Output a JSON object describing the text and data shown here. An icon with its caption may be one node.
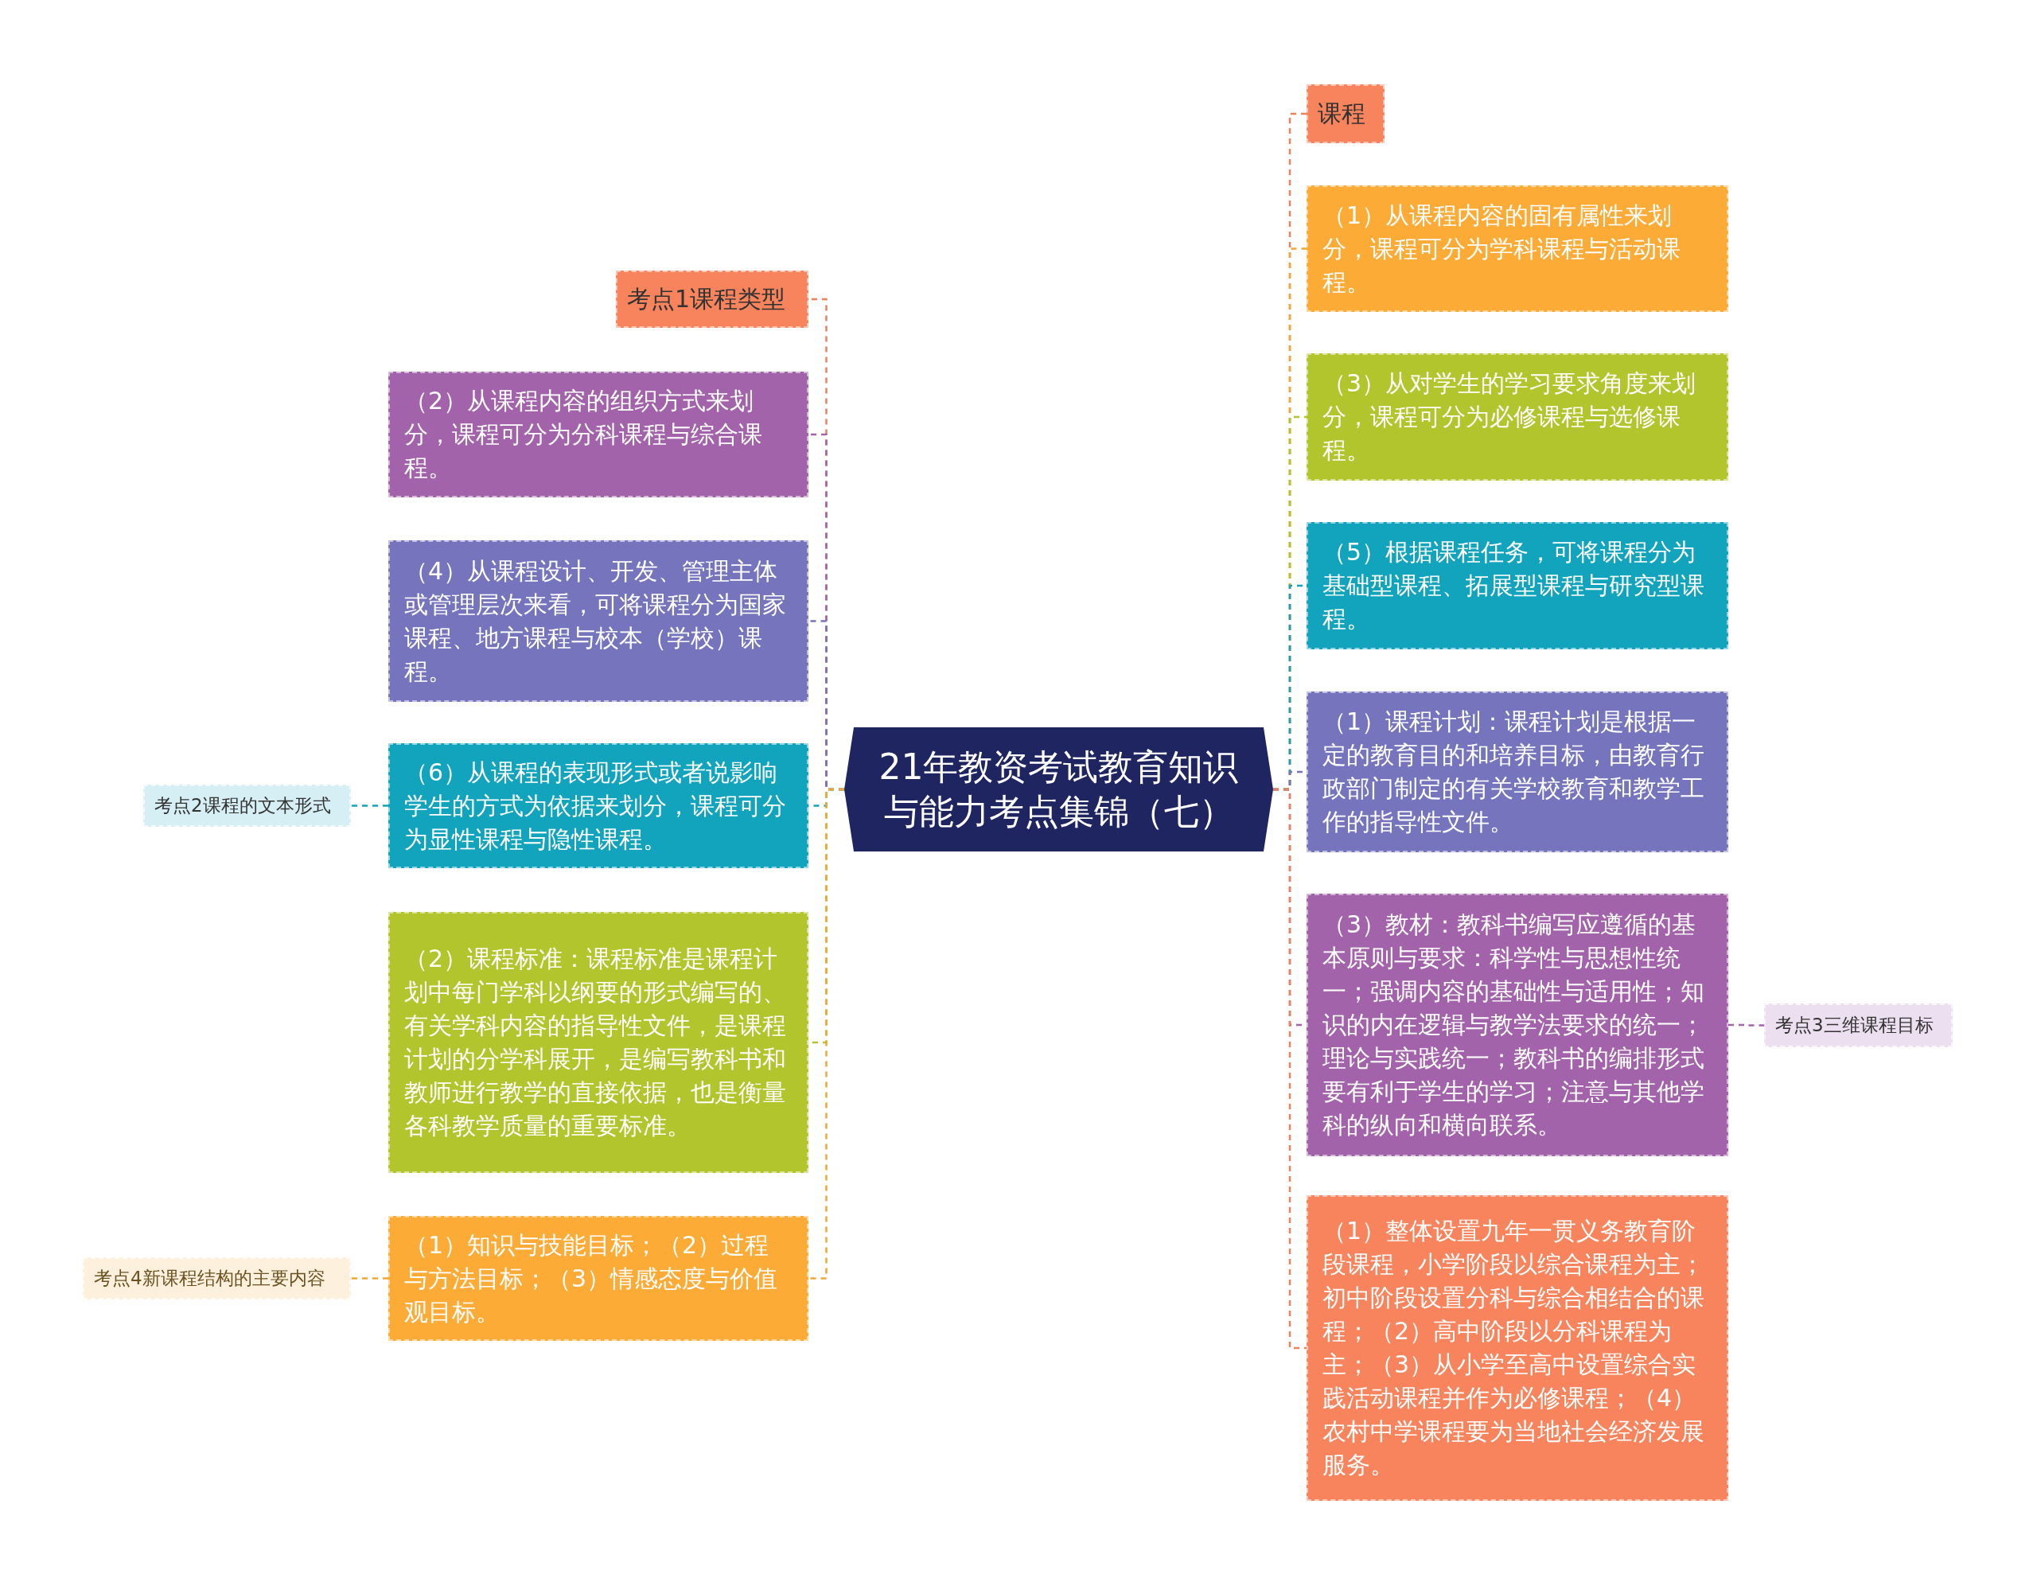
{
  "diagram": {
    "nodes": [
      {
        "text": [
          "21年教资考试教育知识与能力考点集锦（七）"
        ]
      },
      {
        "text": [
          "考点1课程类型"
        ]
      },
      {
        "text": [
          "（2）从课程内容的组织方式来划分，课程可分为分科课程与综合课程。"
        ]
      },
      {
        "text": [
          "（4）从课程设计、开发、管理主体或管理层次来看，可将课程分为国家课程、地方课程与校本（学校）课程。"
        ]
      },
      {
        "text": [
          "（6）从课程的表现形式或者说影响学生的方式为依据来划分，课程可分为显性课程与隐性课程。"
        ]
      },
      {
        "text": [
          "考点2课程的文本形式"
        ]
      },
      {
        "text": [
          "（2）课程标准：课程标准是课程计划中每门学科以纲要的形式编写的、有关学科内容的指导性文件，是课程计划的分学科展开，是编写教科书和教师进行教学的直接依据，也是衡量各科教学质量的重要标准。"
        ]
      },
      {
        "text": [
          "（1）知识与技能目标；（2）过程与方法目标；（3）情感态度与价值观目标。"
        ]
      },
      {
        "text": [
          "考点4新课程结构的主要内容"
        ]
      },
      {
        "text": [
          "课程"
        ]
      },
      {
        "text": [
          "（1）从课程内容的固有属性来划分，课程可分为学科课程与活动课程。"
        ]
      },
      {
        "text": [
          "（3）从对学生的学习要求角度来划分，课程可分为必修课程与选修课程。"
        ]
      },
      {
        "text": [
          "（5）根据课程任务，可将课程分为基础型课程、拓展型课程与研究型课程。"
        ]
      },
      {
        "text": [
          "（1）课程计划：课程计划是根据一定的教育目的和培养目标，由教育行政部门制定的有关学校教育和教学工作的指导性文件。"
        ]
      },
      {
        "text": [
          "（3）教材：教科书编写应遵循的基本原则与要求：科学性与思想性统一；强调内容的基础性与适用性；知识的内在逻辑与教学法要求的统一；理论与实践统一；教科书的编排形式要有利于学生的学习；注意与其他学科的纵向和横向联系。"
        ]
      },
      {
        "text": [
          "考点3三维课程目标"
        ]
      },
      {
        "text": [
          "（1）整体设置九年一贯义务教育阶段课程，小学阶段以综合课程为主；初中阶段设置分科与综合相结合的课程；（2）高中阶段以分科课程为主；（3）从小学至高中设置综合实践活动课程并作为必修课程；（4）农村中学课程要为当地社会经济发展服务。"
        ]
      }
    ],
    "edges": [
      {
        "from": 0,
        "to": 1,
        "arrow": "none",
        "style": "dashed",
        "color": "#f0805a"
      },
      {
        "from": 0,
        "to": 2,
        "arrow": "none",
        "style": "dashed",
        "color": "#a363aa"
      },
      {
        "from": 0,
        "to": 3,
        "arrow": "none",
        "style": "dashed",
        "color": "#7574bd"
      },
      {
        "from": 0,
        "to": 4,
        "arrow": "none",
        "style": "dashed",
        "color": "#12a3bd"
      },
      {
        "from": 4,
        "to": 5,
        "arrow": "none",
        "style": "dashed",
        "color": "#12a3bd"
      },
      {
        "from": 0,
        "to": 6,
        "arrow": "none",
        "style": "dashed",
        "color": "#b3c52c"
      },
      {
        "from": 0,
        "to": 7,
        "arrow": "none",
        "style": "dashed",
        "color": "#f5a533"
      },
      {
        "from": 7,
        "to": 8,
        "arrow": "none",
        "style": "dashed",
        "color": "#f5a533"
      },
      {
        "from": 0,
        "to": 9,
        "arrow": "none",
        "style": "dashed",
        "color": "#f0805a"
      },
      {
        "from": 0,
        "to": 10,
        "arrow": "none",
        "style": "dashed",
        "color": "#f5a533"
      },
      {
        "from": 0,
        "to": 11,
        "arrow": "none",
        "style": "dashed",
        "color": "#b3c52c"
      },
      {
        "from": 0,
        "to": 12,
        "arrow": "none",
        "style": "dashed",
        "color": "#12a3bd"
      },
      {
        "from": 0,
        "to": 13,
        "arrow": "none",
        "style": "dashed",
        "color": "#7574bd"
      },
      {
        "from": 0,
        "to": 14,
        "arrow": "none",
        "style": "dashed",
        "color": "#a363aa"
      },
      {
        "from": 14,
        "to": 15,
        "arrow": "none",
        "style": "dashed",
        "color": "#a363aa"
      },
      {
        "from": 0,
        "to": 16,
        "arrow": "none",
        "style": "dashed",
        "color": "#f0805a"
      }
    ]
  }
}
